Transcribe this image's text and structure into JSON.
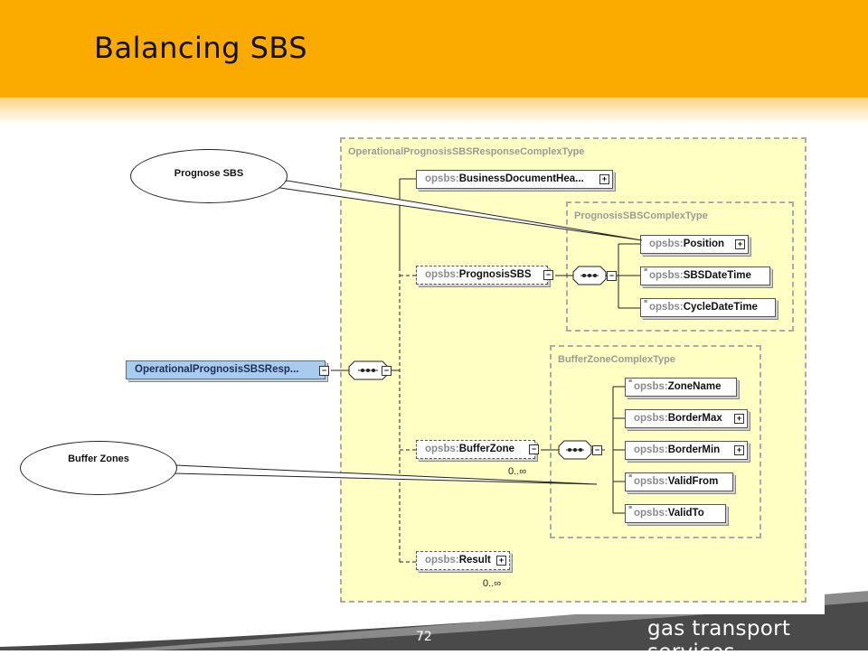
{
  "slide": {
    "title": "Balancing SBS",
    "page_number": "72",
    "brand": "gas transport services"
  },
  "diagram": {
    "root": {
      "prefix": "",
      "name": "OperationalPrognosisSBSResp..."
    },
    "outer_type": "OperationalPrognosisSBSResponseComplexType",
    "prognosis_type": "PrognosisSBSComplexType",
    "buffer_type": "BufferZoneComplexType",
    "prefix": "opsbs:",
    "elements": {
      "business_header": "BusinessDocumentHea...",
      "prognosis_sbs": "PrognosisSBS",
      "buffer_zone": "BufferZone",
      "result": "Result",
      "position": "Position",
      "sbs_date_time": "SBSDateTime",
      "cycle_date_time": "CycleDateTime",
      "zone_name": "ZoneName",
      "border_max": "BorderMax",
      "border_min": "BorderMin",
      "valid_from": "ValidFrom",
      "valid_to": "ValidTo"
    },
    "multiplicity": {
      "buffer_zone": "0..∞",
      "result": "0..∞"
    }
  },
  "callouts": {
    "prognose": "Prognose SBS",
    "buffer": "Buffer Zones"
  },
  "colors": {
    "header": "#fbaa00",
    "group_fill": "#ffffc4",
    "selected_fill": "#a9cbee",
    "footer": "#4a4a4a"
  }
}
